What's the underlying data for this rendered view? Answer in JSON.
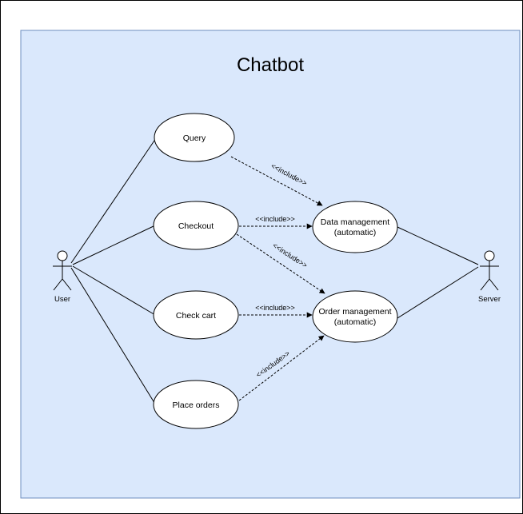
{
  "diagram": {
    "title": "Chatbot",
    "colors": {
      "boundary_fill": "#dae8fc",
      "boundary_stroke": "#6c8ebf",
      "usecase_fill": "#ffffff",
      "line": "#000000"
    },
    "actors": {
      "user": "User",
      "server": "Server"
    },
    "use_cases": {
      "query": "Query",
      "checkout": "Checkout",
      "check_cart": "Check cart",
      "place_orders": "Place orders",
      "data_management": [
        "Data management",
        "(automatic)"
      ],
      "order_management": [
        "Order management",
        "(automatic)"
      ]
    },
    "relations": {
      "query_to_data": "<<include>>",
      "checkout_to_data": "<<include>>",
      "checkout_to_order": "<<include>>",
      "checkcart_to_order": "<<include>>",
      "placeorders_to_order": "<<include>>"
    }
  }
}
